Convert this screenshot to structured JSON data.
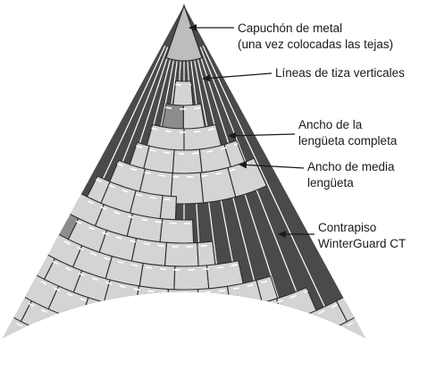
{
  "labels": {
    "metal_cap_line1": "Capuchón de metal",
    "metal_cap_line2": "(una vez colocadas las tejas)",
    "chalk_lines": "Líneas de tiza verticales",
    "full_tab_line1": "Ancho de la",
    "full_tab_line2": "lengüeta completa",
    "half_tab_line1": "Ancho de media",
    "half_tab_line2": "lengüeta",
    "underlayment_line1": "Contrapiso",
    "underlayment_line2": "WinterGuard CT"
  },
  "colors": {
    "underlayment": "#4a4a4a",
    "shingle_fill": "#d4d4d4",
    "shingle_stroke": "#2b2b2b",
    "shingle_tab_dark": "#8c8c8c",
    "cap_fill": "#bdbdbd",
    "chalk_line": "#ffffff",
    "text": "#1a1a1a"
  }
}
